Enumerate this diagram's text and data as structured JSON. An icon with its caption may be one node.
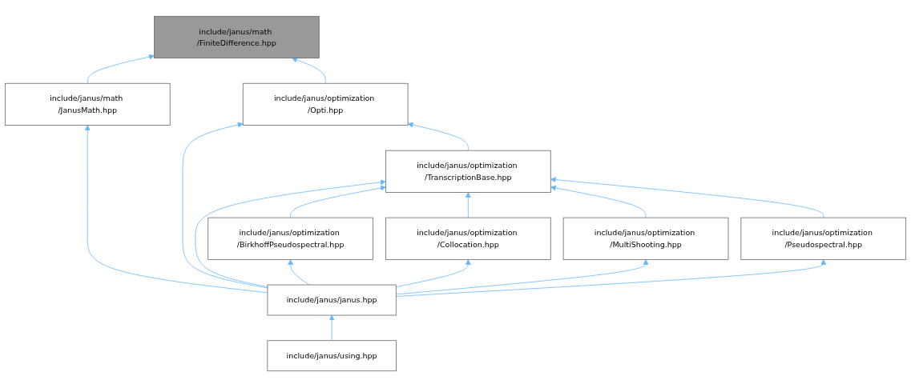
{
  "diagram": {
    "nodes": [
      {
        "text": [
          "include/janus/math /FiniteDifference.hpp"
        ]
      },
      {
        "text": [
          "include/janus/math /JanusMath.hpp"
        ]
      },
      {
        "text": [
          "include/janus/optimization /Opti.hpp"
        ]
      },
      {
        "text": [
          "include/janus/optimization /TranscriptionBase.hpp"
        ]
      },
      {
        "text": [
          "include/janus/optimization /BirkhoffPseudospectral.hpp"
        ]
      },
      {
        "text": [
          "include/janus/optimization /Collocation.hpp"
        ]
      },
      {
        "text": [
          "include/janus/optimization /MultiShooting.hpp"
        ]
      },
      {
        "text": [
          "include/janus/optimization /Pseudospectral.hpp"
        ]
      },
      {
        "text": [
          "include/janus/janus.hpp"
        ]
      },
      {
        "text": [
          "include/janus/using.hpp"
        ]
      }
    ],
    "edges": [
      {
        "from": 1,
        "to": 0,
        "arrow": "to"
      },
      {
        "from": 2,
        "to": 0,
        "arrow": "to"
      },
      {
        "from": 8,
        "to": 1,
        "arrow": "to"
      },
      {
        "from": 8,
        "to": 2,
        "arrow": "to"
      },
      {
        "from": 3,
        "to": 2,
        "arrow": "to"
      },
      {
        "from": 8,
        "to": 3,
        "arrow": "to"
      },
      {
        "from": 4,
        "to": 3,
        "arrow": "to"
      },
      {
        "from": 5,
        "to": 3,
        "arrow": "to"
      },
      {
        "from": 6,
        "to": 3,
        "arrow": "to"
      },
      {
        "from": 7,
        "to": 3,
        "arrow": "to"
      },
      {
        "from": 8,
        "to": 4,
        "arrow": "to"
      },
      {
        "from": 8,
        "to": 5,
        "arrow": "to"
      },
      {
        "from": 8,
        "to": 6,
        "arrow": "to"
      },
      {
        "from": 8,
        "to": 7,
        "arrow": "to"
      },
      {
        "from": 9,
        "to": 8,
        "arrow": "to"
      }
    ]
  }
}
